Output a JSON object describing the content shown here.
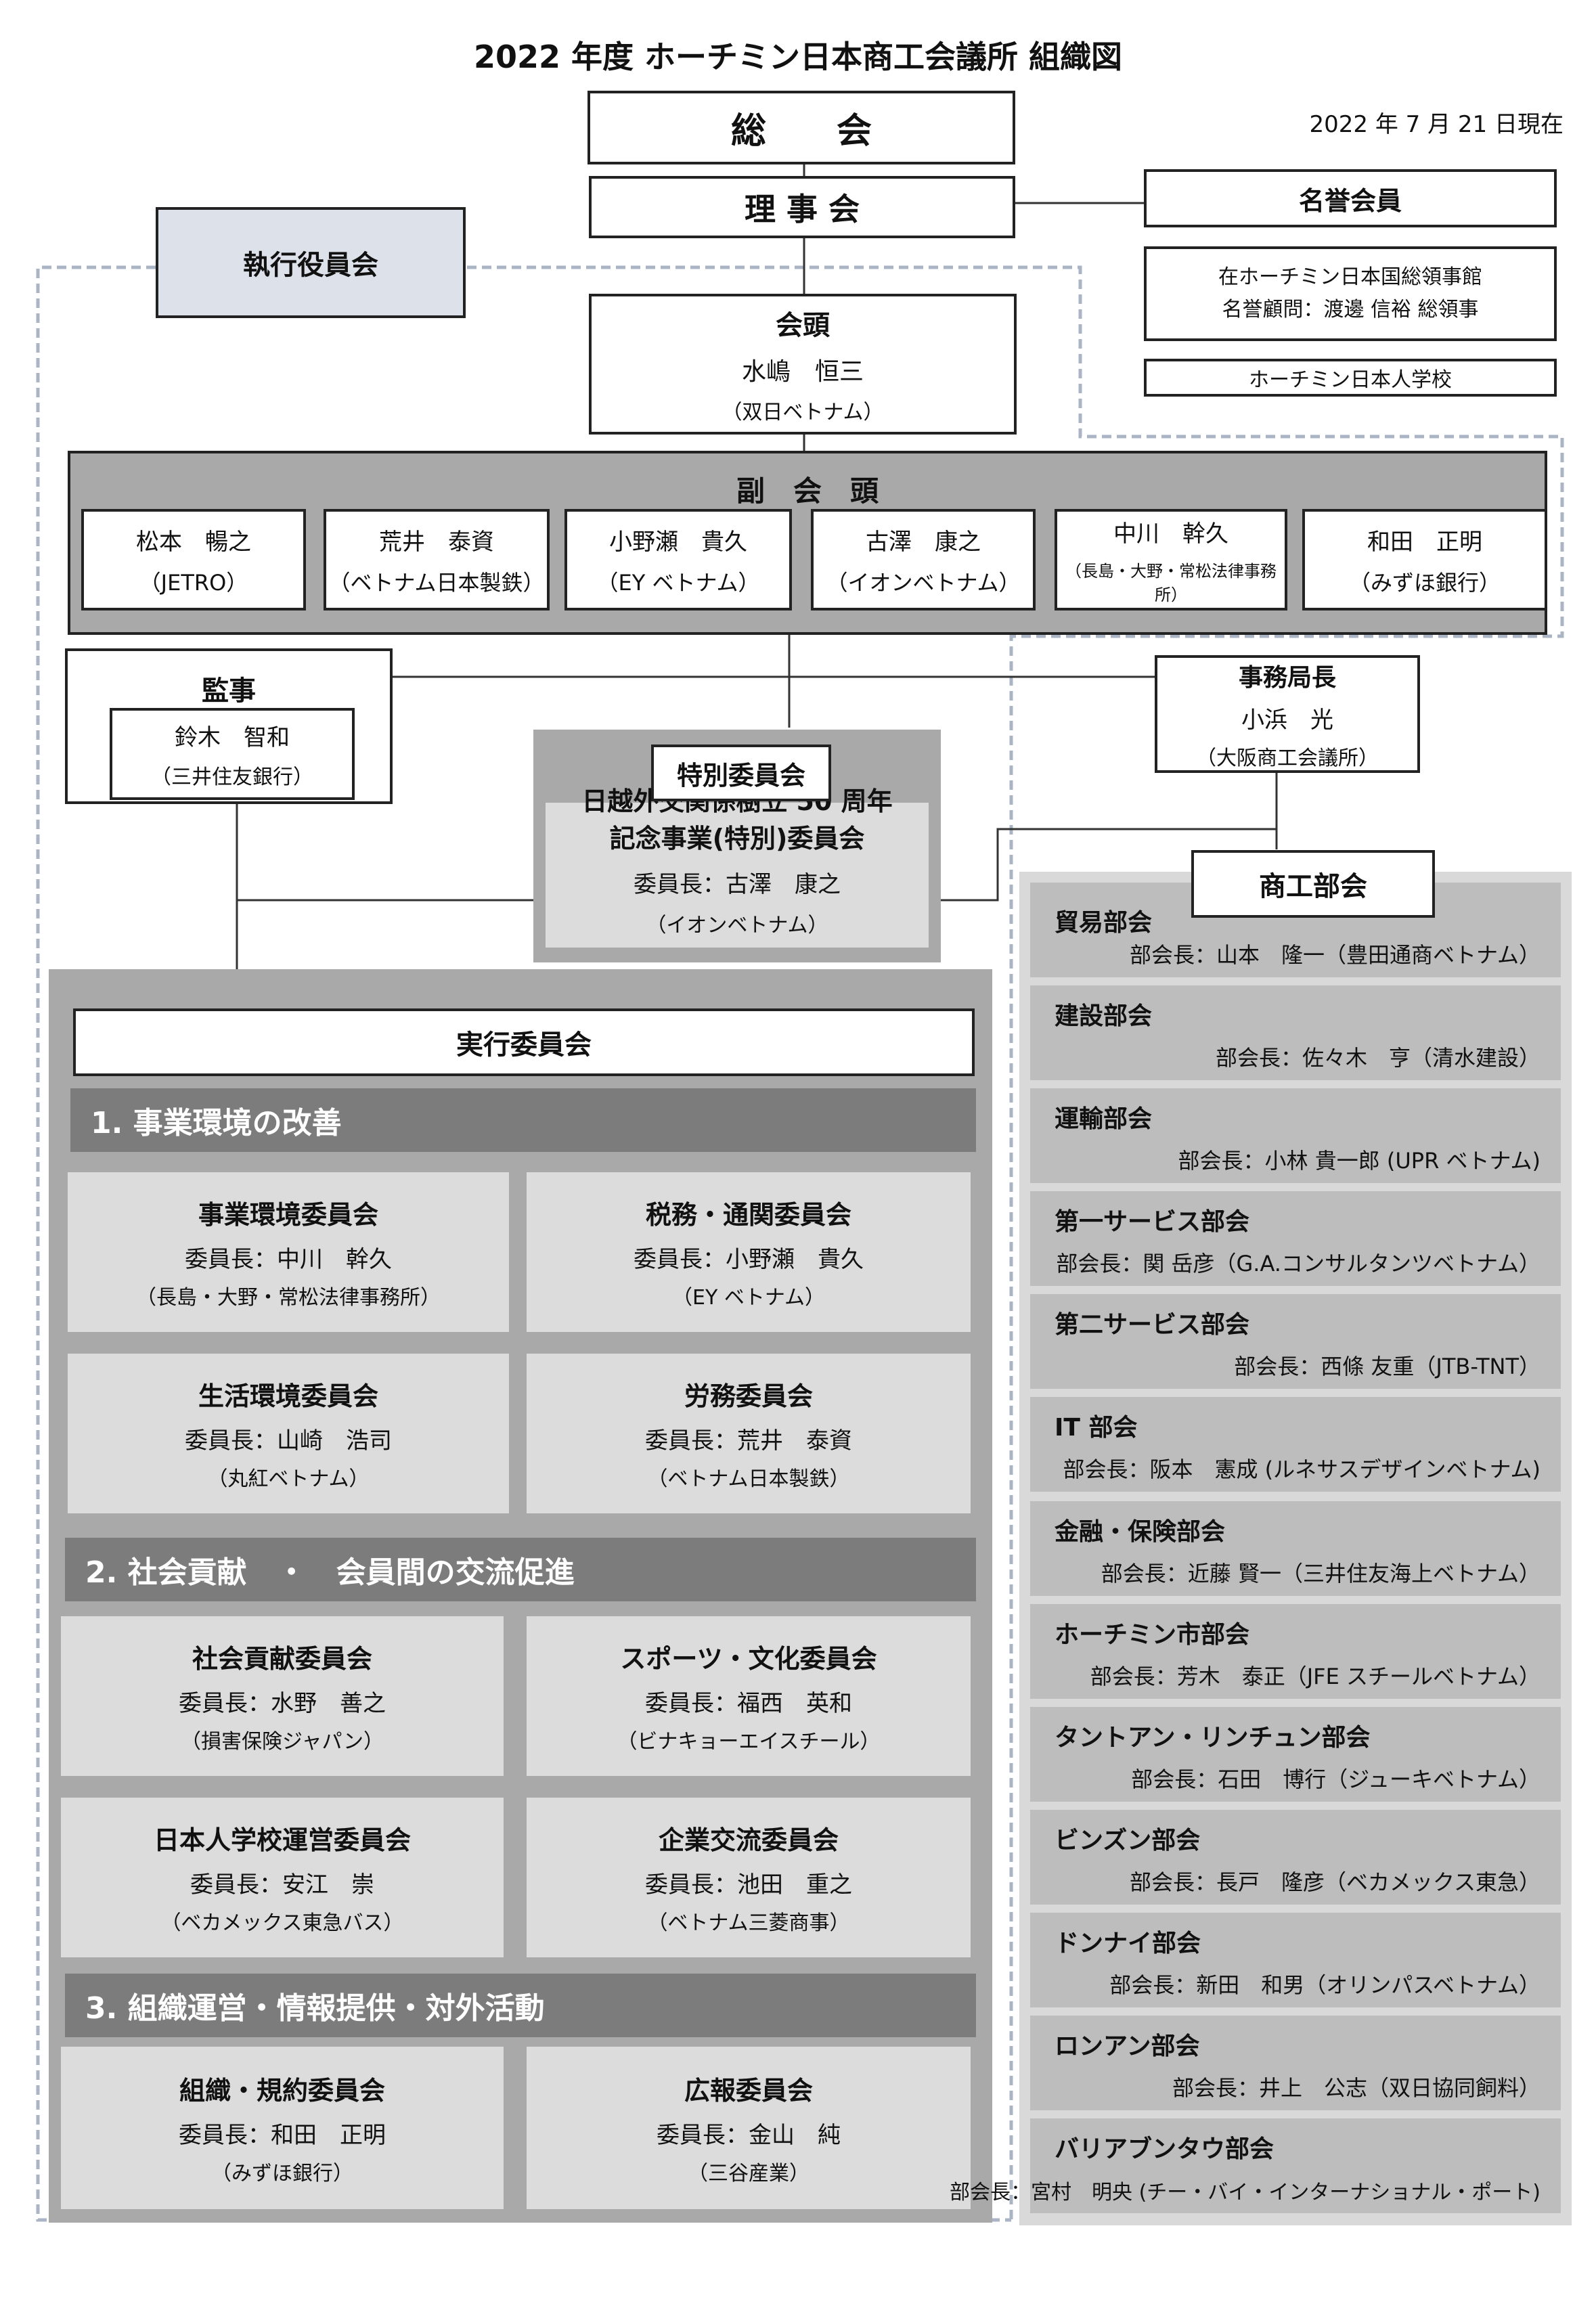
{
  "title": "2022 年度 ホーチミン日本商工会議所 組織図",
  "date": "2022 年 7 月 21 日現在",
  "general_assembly": "総　　会",
  "board": "理 事 会",
  "executive_officers": "執行役員会",
  "honorary_members": {
    "label": "名誉会員",
    "consulate_line1": "在ホーチミン日本国総領事館",
    "consulate_line2": "名誉顧問：渡邊 信裕 総領事",
    "school": "ホーチミン日本人学校"
  },
  "chairman": {
    "label": "会頭",
    "name": "水嶋　恒三",
    "org": "（双日ベトナム）"
  },
  "vice_chairmen": {
    "label": "副　会　頭",
    "members": [
      {
        "name": "松本　暢之",
        "org": "（JETRO）"
      },
      {
        "name": "荒井　泰資",
        "org": "（ベトナム日本製鉄）"
      },
      {
        "name": "小野瀬　貴久",
        "org": "（EY ベトナム）"
      },
      {
        "name": "古澤　康之",
        "org": "（イオンベトナム）"
      },
      {
        "name": "中川　幹久",
        "org": "（長島・大野・常松法律事務所）"
      },
      {
        "name": "和田　正明",
        "org": "（みずほ銀行）"
      }
    ]
  },
  "auditor": {
    "label": "監事",
    "name": "鈴木　智和",
    "org": "（三井住友銀行）"
  },
  "secretary_general": {
    "label": "事務局長",
    "name": "小浜　光",
    "org": "（大阪商工会議所）"
  },
  "special_committee": {
    "label": "特別委員会",
    "title_line1": "日越外交関係樹立 50 周年",
    "title_line2": "記念事業(特別)委員会",
    "chair": "委員長：古澤　康之",
    "org": "（イオンベトナム）"
  },
  "executive_committee": {
    "label": "実行委員会",
    "sections": [
      {
        "title": "1. 事業環境の改善",
        "committees": [
          {
            "name": "事業環境委員会",
            "chair": "委員長：中川　幹久",
            "org": "（長島・大野・常松法律事務所）"
          },
          {
            "name": "税務・通関委員会",
            "chair": "委員長：小野瀬　貴久",
            "org": "（EY ベトナム）"
          },
          {
            "name": "生活環境委員会",
            "chair": "委員長：山崎　浩司",
            "org": "（丸紅ベトナム）"
          },
          {
            "name": "労務委員会",
            "chair": "委員長：荒井　泰資",
            "org": "（ベトナム日本製鉄）"
          }
        ]
      },
      {
        "title": "2. 社会貢献　・　会員間の交流促進",
        "committees": [
          {
            "name": "社会貢献委員会",
            "chair": "委員長：水野　善之",
            "org": "（損害保険ジャパン）"
          },
          {
            "name": "スポーツ・文化委員会",
            "chair": "委員長：福西　英和",
            "org": "（ビナキョーエイスチール）"
          },
          {
            "name": "日本人学校運営委員会",
            "chair": "委員長：安江　崇",
            "org": "（ベカメックス東急バス）"
          },
          {
            "name": "企業交流委員会",
            "chair": "委員長：池田　重之",
            "org": "（ベトナム三菱商事）"
          }
        ]
      },
      {
        "title": "3. 組織運営・情報提供・対外活動",
        "committees": [
          {
            "name": "組織・規約委員会",
            "chair": "委員長：和田　正明",
            "org": "（みずほ銀行）"
          },
          {
            "name": "広報委員会",
            "chair": "委員長：金山　純",
            "org": "（三谷産業）"
          }
        ]
      }
    ]
  },
  "commerce_department": {
    "label": "商工部会",
    "departments": [
      {
        "name": "貿易部会",
        "head": "部会長：山本　隆一（豊田通商ベトナム）"
      },
      {
        "name": "建設部会",
        "head": "部会長：佐々木　亨（清水建設）"
      },
      {
        "name": "運輸部会",
        "head": "部会長：小林 貴一郎 (UPR ベトナム)"
      },
      {
        "name": "第一サービス部会",
        "head": "部会長：関 岳彦（G.A.コンサルタンツベトナム）"
      },
      {
        "name": "第二サービス部会",
        "head": "部会長：西條 友重（JTB-TNT）"
      },
      {
        "name": "IT 部会",
        "head": "部会長：阪本　憲成 (ルネサスデザインベトナム)"
      },
      {
        "name": "金融・保険部会",
        "head": "部会長：近藤 賢一（三井住友海上ベトナム）"
      },
      {
        "name": "ホーチミン市部会",
        "head": "部会長：芳木　泰正（JFE スチールベトナム）"
      },
      {
        "name": "タントアン・リンチュン部会",
        "head": "部会長：石田　博行（ジューキベトナム）"
      },
      {
        "name": "ビンズン部会",
        "head": "部会長：長戸　隆彦（ベカメックス東急）"
      },
      {
        "name": "ドンナイ部会",
        "head": "部会長：新田　和男（オリンパスベトナム）"
      },
      {
        "name": "ロンアン部会",
        "head": "部会長：井上　公志（双日協同飼料）"
      },
      {
        "name": "バリアブンタウ部会",
        "head": "部会長：宮村　明央 (チー・バイ・インターナショナル・ポート)"
      }
    ]
  }
}
